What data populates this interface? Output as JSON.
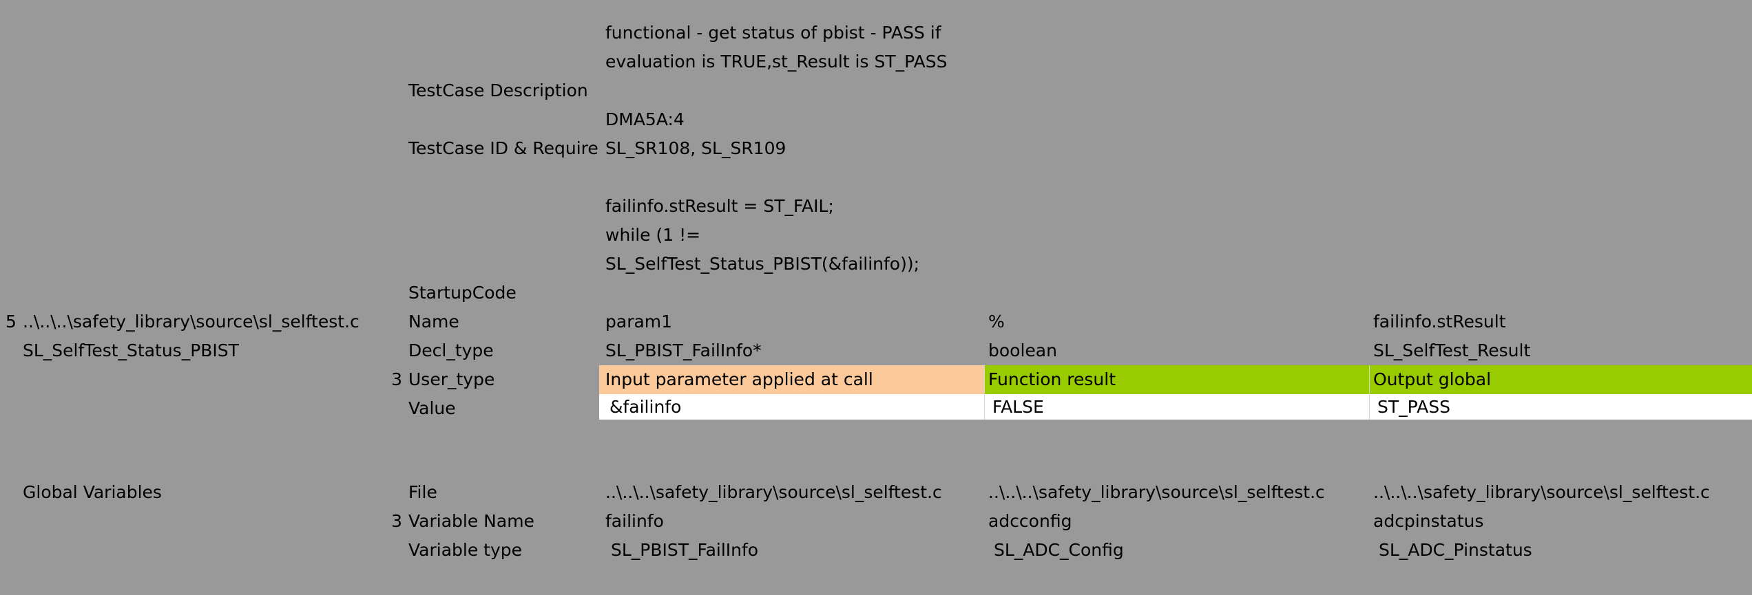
{
  "description": {
    "lines": [
      "functional - get status of pbist - PASS if",
      "evaluation is TRUE,st_Result is ST_PASS"
    ],
    "label": "TestCase Description"
  },
  "testcase_id": {
    "line1": "DMA5A:4",
    "label": "TestCase ID & Require",
    "line2": "SL_SR108, SL_SR109"
  },
  "startup": {
    "lines": [
      "failinfo.stResult = ST_FAIL;",
      "while (1  !=",
      "SL_SelfTest_Status_PBIST(&failinfo));"
    ],
    "label": "StartupCode"
  },
  "function": {
    "index": "5",
    "file": "..\\..\\..\\safety_library\\source\\sl_selftest.c",
    "name": "SL_SelfTest_Status_PBIST"
  },
  "params": {
    "count": "3",
    "labels": {
      "name": "Name",
      "decl_type": "Decl_type",
      "user_type": "User_type",
      "value": "Value"
    },
    "columns": [
      {
        "name": "param1",
        "decl_type": "SL_PBIST_FailInfo*",
        "user_type": "Input parameter applied at call",
        "value": "&failinfo",
        "user_type_color": "#fbc99a"
      },
      {
        "name": "%",
        "decl_type": "boolean",
        "user_type": "Function result",
        "value": "FALSE",
        "user_type_color": "#99cc00"
      },
      {
        "name": "failinfo.stResult",
        "decl_type": "SL_SelfTest_Result",
        "user_type": "Output global",
        "value": "ST_PASS",
        "user_type_color": "#99cc00"
      }
    ]
  },
  "globals": {
    "title": "Global Variables",
    "count": "3",
    "labels": {
      "file": "File",
      "var_name": "Variable Name",
      "var_type": "Variable type"
    },
    "columns": [
      {
        "file": "..\\..\\..\\safety_library\\source\\sl_selftest.c",
        "var_name": "failinfo",
        "var_type": " SL_PBIST_FailInfo"
      },
      {
        "file": "..\\..\\..\\safety_library\\source\\sl_selftest.c",
        "var_name": "adcconfig",
        "var_type": " SL_ADC_Config"
      },
      {
        "file": "..\\..\\..\\safety_library\\source\\sl_selftest.c",
        "var_name": "adcpinstatus",
        "var_type": " SL_ADC_Pinstatus"
      }
    ]
  },
  "colors": {
    "background": "#999999",
    "input_param": "#fbc99a",
    "output": "#99cc00",
    "value_cell": "#ffffff"
  }
}
